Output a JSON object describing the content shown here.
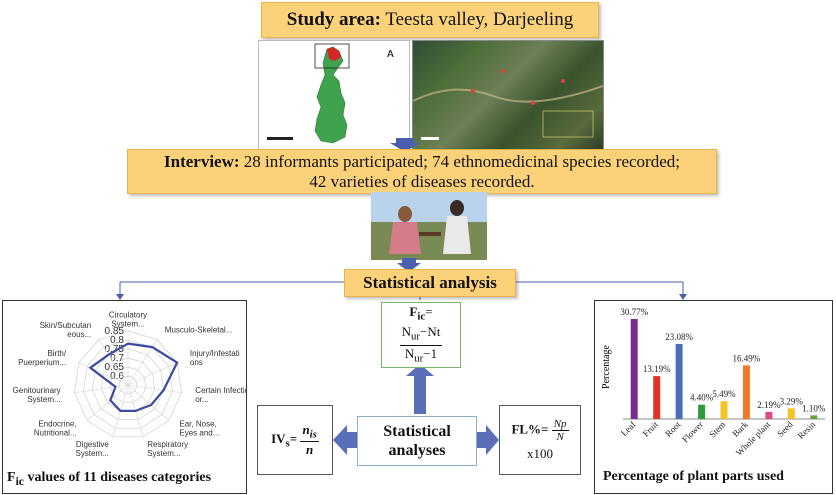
{
  "header": {
    "title_bold": "Study area:",
    "title_rest": " Teesta valley, Darjeeling"
  },
  "interview": {
    "bold": "Interview:",
    "line1_rest": " 28 informants participated; 74 ethnomedicinal species recorded;",
    "line2": "42 varieties of diseases recorded."
  },
  "statistical_analysis": {
    "label": "Statistical analysis"
  },
  "center": {
    "line1": "Statistical",
    "line2": "analyses"
  },
  "formulas": {
    "fic": {
      "lhs": "F",
      "lhs_sub": "ic",
      "eq": "=",
      "numerator": "N",
      "num_sub": "ur",
      "num_rest": "−Nt",
      "denominator": "N",
      "den_sub": "ur",
      "den_rest": "−1"
    },
    "iv": {
      "lhs": "IV",
      "lhs_sub": "s",
      "eq": "=",
      "numerator": "n",
      "num_sub": "is",
      "denominator": "n"
    },
    "fl": {
      "lhs": "FL%=",
      "numerator": "Np",
      "denominator": "N",
      "tail": "x100"
    }
  },
  "left_panel": {
    "caption_main": "F",
    "caption_sub": "ic",
    "caption_rest": " values of 11 diseases categories"
  },
  "right_panel": {
    "caption": "Percentage of plant parts used"
  },
  "colors": {
    "banner": "#fbd27a",
    "arrow": "#4a5fb0",
    "radar": "#3b4aa0",
    "map_green": "#3fa34d",
    "map_red": "#d62728"
  },
  "chart_data": [
    {
      "type": "radar",
      "categories": [
        "Circulatory System...",
        "Musculo-Skeletal...",
        "Injury/Infestati ons",
        "Certain Infectious or...",
        "Ear, Nose, Eyes and...",
        "Respiratory System...",
        "Digestive System...",
        "Endocrine, Nutritional...",
        "Genitourinary System...",
        "Birth/ Puerperium...",
        "Skin/Subcutan eous..."
      ],
      "values": [
        0.78,
        0.8,
        0.85,
        0.75,
        0.72,
        0.7,
        0.7,
        0.68,
        0.62,
        0.78,
        0.75
      ],
      "ticks": [
        "0.85",
        "0.8",
        "0.75",
        "0.7",
        "0.65",
        "0.6"
      ],
      "rlim": [
        0.55,
        0.85
      ]
    },
    {
      "type": "bar",
      "ylabel": "Percentage",
      "categories": [
        "Leaf",
        "Fruit",
        "Root",
        "Flower",
        "Stem",
        "Bark",
        "Whole plant",
        "Seed",
        "Resin"
      ],
      "values": [
        30.77,
        13.19,
        23.08,
        4.4,
        5.49,
        16.49,
        2.19,
        3.29,
        1.1
      ],
      "labels": [
        "30.77%",
        "13.19%",
        "23.08%",
        "4.40%",
        "5.49%",
        "16.49%",
        "2.19%",
        "3.29%",
        "1.10%"
      ],
      "colors": [
        "#7b2a8e",
        "#e0322a",
        "#4b6fb4",
        "#2e9a3f",
        "#f5c322",
        "#f07a28",
        "#e04888",
        "#f5c322",
        "#6aa03a"
      ],
      "ylim": [
        0,
        32
      ]
    }
  ]
}
